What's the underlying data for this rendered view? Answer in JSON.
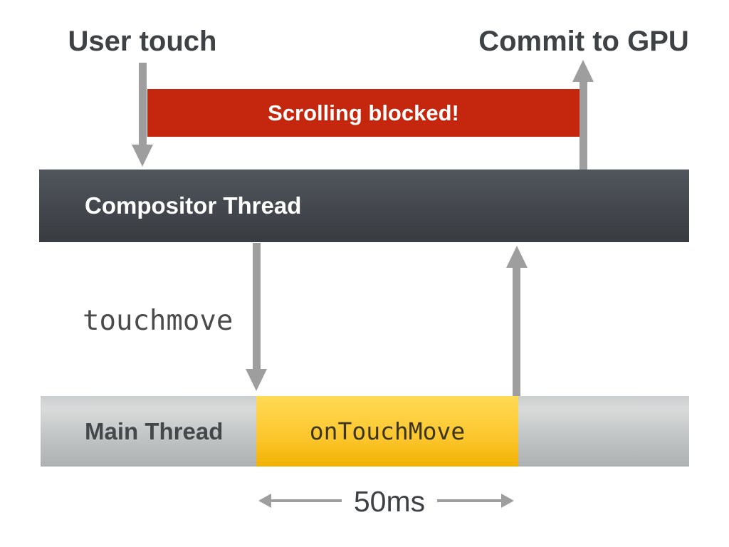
{
  "diagram": {
    "user_touch_label": "User touch",
    "commit_gpu_label": "Commit to GPU",
    "blocked_banner": "Scrolling blocked!",
    "compositor_bar_label": "Compositor Thread",
    "event_label": "touchmove",
    "main_bar_label": "Main Thread",
    "handler_label": "onTouchMove",
    "duration_label": "50ms"
  },
  "colors": {
    "background": "#FFFFFF",
    "banner_red": "#C5270E",
    "banner_text": "#FFFFFF",
    "compositor_gradient_top": "#51565E",
    "compositor_gradient_bottom": "#383B40",
    "compositor_text": "#FFFFFF",
    "main_gradient_top": "#D9DBDB",
    "main_gradient_bottom": "#ADB1B1",
    "main_text": "#45484B",
    "handler_yellow_top": "#FFDA55",
    "handler_yellow_bottom": "#F0B101",
    "handler_text": "#3C3620",
    "arrow_gray": "#9E9E9E",
    "heading_text": "#3E4245",
    "code_text": "#4B4B4B"
  }
}
